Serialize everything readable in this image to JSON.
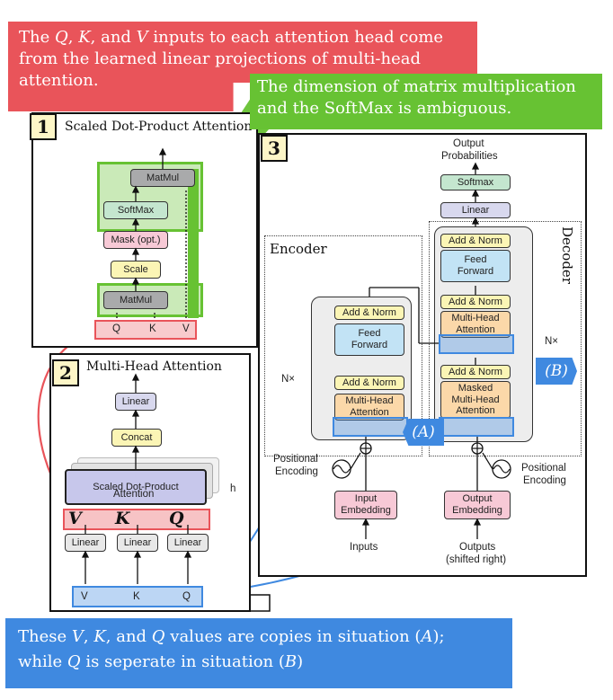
{
  "colors": {
    "red_callout": "#e9545a",
    "green_callout": "#67c233",
    "blue_callout": "#3f89e0"
  },
  "callouts": {
    "red": {
      "line1_a": "The ",
      "line1_q": "Q",
      "line1_b": ", ",
      "line1_k": "K",
      "line1_c": ", and ",
      "line1_v": "V",
      "line1_d": " inputs to each attention head come",
      "line2": "from the learned linear projections of multi-head",
      "line3": "attention."
    },
    "green": {
      "line1": "The dimension of matrix multiplication",
      "line2": "and the SoftMax is ambiguous."
    },
    "blue": {
      "line1_a": "These ",
      "line1_v": "V",
      "line1_b": ", ",
      "line1_k": "K",
      "line1_c": ", and ",
      "line1_q": "Q",
      "line1_d": " values are copies in situation (",
      "line1_sit": "A",
      "line1_e": ");",
      "line2_a": "while ",
      "line2_q": "Q",
      "line2_b": " is seperate in situation (",
      "line2_sit": "B",
      "line2_c": ")"
    }
  },
  "panel1": {
    "number": "1",
    "title": "Scaled Dot-Product Attention",
    "matmul_top": "MatMul",
    "softmax": "SoftMax",
    "mask": "Mask (opt.)",
    "scale": "Scale",
    "matmul_bottom": "MatMul",
    "input_q": "Q",
    "input_k": "K",
    "input_v": "V"
  },
  "panel2": {
    "number": "2",
    "title": "Multi-Head Attention",
    "linear_top": "Linear",
    "concat": "Concat",
    "sdpa_line1": "Scaled Dot-Product",
    "sdpa_line2": "Attention",
    "heads": "h",
    "proj_v": "V",
    "proj_k": "K",
    "proj_q": "Q",
    "linear_v": "Linear",
    "linear_k": "Linear",
    "linear_q": "Linear",
    "input_v": "V",
    "input_k": "K",
    "input_q": "Q"
  },
  "panel3": {
    "number": "3",
    "output_probs_1": "Output",
    "output_probs_2": "Probabilities",
    "softmax": "Softmax",
    "linear": "Linear",
    "encoder_label": "Encoder",
    "decoder_label": "Decoder",
    "enc_add_norm_top": "Add & Norm",
    "enc_ff_1": "Feed",
    "enc_ff_2": "Forward",
    "enc_add_norm_bottom": "Add & Norm",
    "enc_mha_1": "Multi-Head",
    "enc_mha_2": "Attention",
    "dec_add_norm_top": "Add & Norm",
    "dec_ff_1": "Feed",
    "dec_ff_2": "Forward",
    "dec_add_norm_mid": "Add & Norm",
    "dec_mha_1": "Multi-Head",
    "dec_mha_2": "Attention",
    "dec_add_norm_bottom": "Add & Norm",
    "dec_masked_1": "Masked",
    "dec_masked_2": "Multi-Head",
    "dec_masked_3": "Attention",
    "nx_left": "N×",
    "nx_right": "N×",
    "pos_enc_left_1": "Positional",
    "pos_enc_left_2": "Encoding",
    "pos_enc_right_1": "Positional",
    "pos_enc_right_2": "Encoding",
    "input_emb_1": "Input",
    "input_emb_2": "Embedding",
    "output_emb_1": "Output",
    "output_emb_2": "Embedding",
    "inputs": "Inputs",
    "outputs_1": "Outputs",
    "outputs_2": "(shifted right)",
    "situation_a": "(A)",
    "situation_b": "(B)"
  }
}
